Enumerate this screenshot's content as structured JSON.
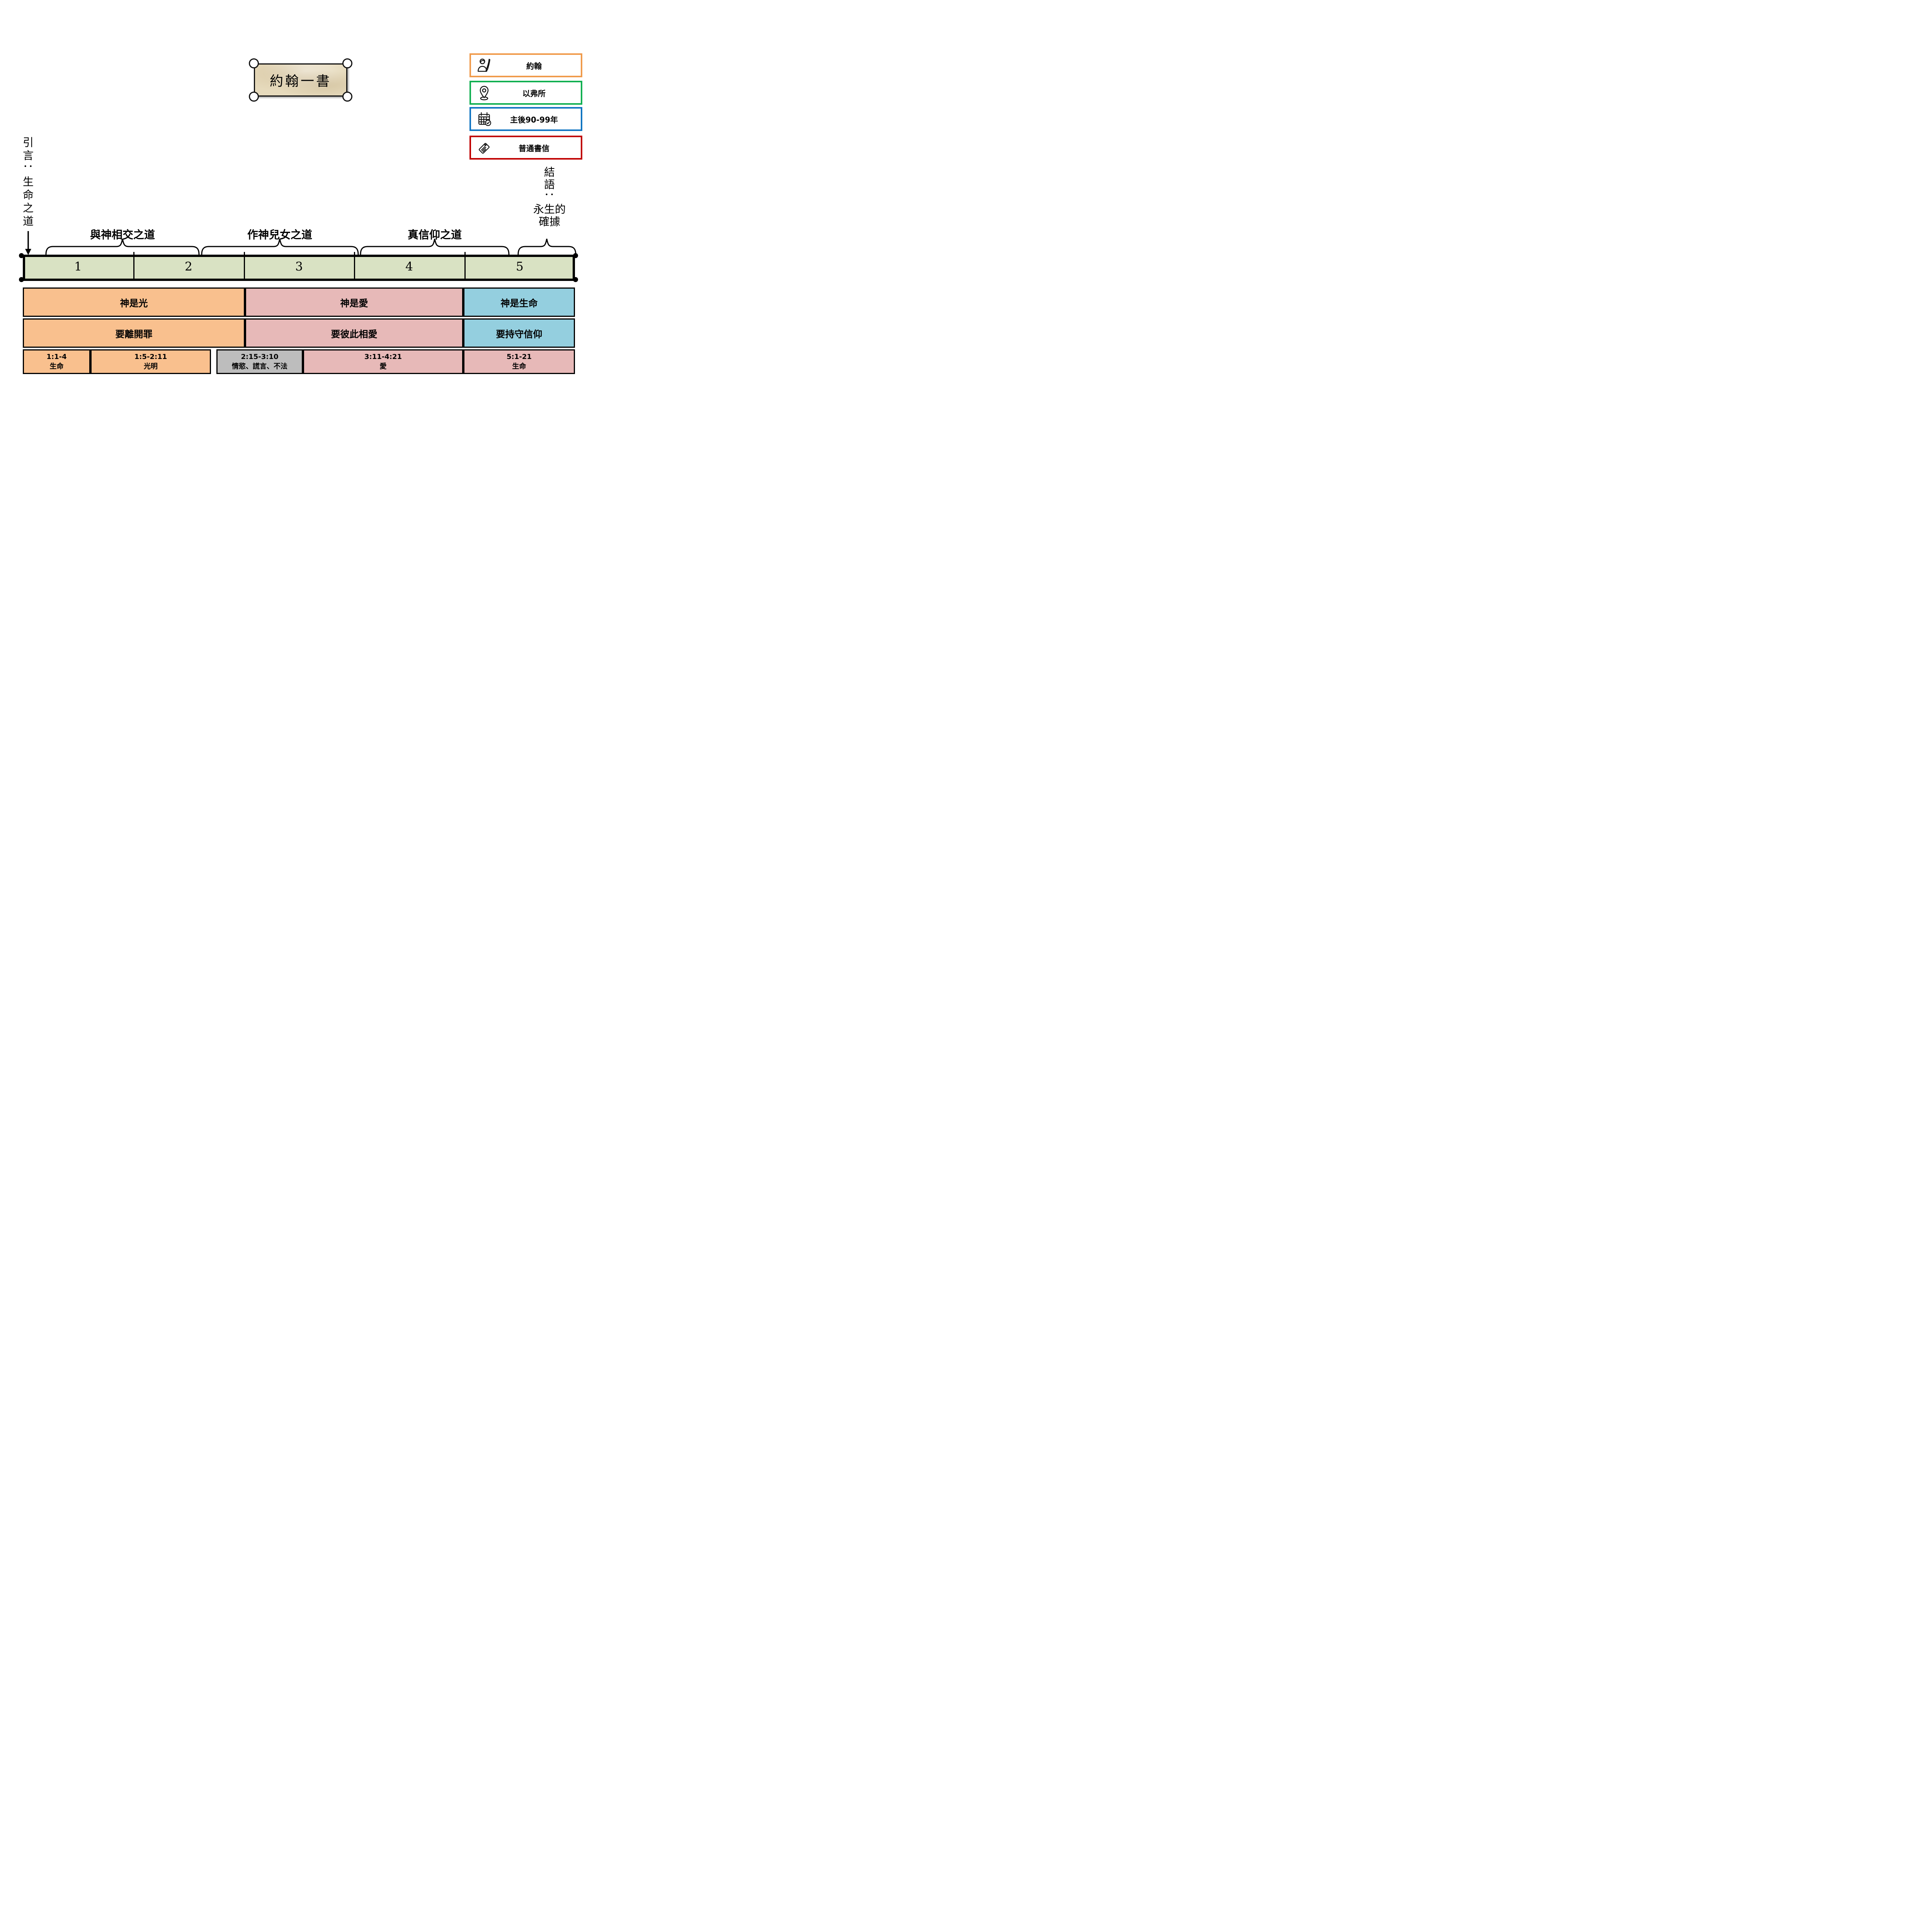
{
  "title": "約翰一書",
  "legend": {
    "items": [
      {
        "icon": "author-icon",
        "label": "約翰"
      },
      {
        "icon": "location-icon",
        "label": "以弗所"
      },
      {
        "icon": "calendar-icon",
        "label": "主後90-99年"
      },
      {
        "icon": "tag-icon",
        "label": "普通書信"
      }
    ]
  },
  "intro": {
    "text": "引言：生命之道",
    "chars": [
      "引",
      "言",
      "：",
      "生",
      "命",
      "之",
      "道"
    ]
  },
  "conclusion": {
    "text": "結語：永生的確據",
    "lines": [
      "結",
      "語",
      "：",
      "永生的",
      "確據"
    ]
  },
  "sections": [
    "與神相交之道",
    "作神兒女之道",
    "真信仰之道"
  ],
  "chapters": [
    "1",
    "2",
    "3",
    "4",
    "5"
  ],
  "themes": [
    {
      "label": "神是光",
      "color": "#f9c08e"
    },
    {
      "label": "神是愛",
      "color": "#e7b9b8"
    },
    {
      "label": "神是生命",
      "color": "#94cfdf"
    }
  ],
  "exhortations": [
    {
      "label": "要離開罪",
      "color": "#f9c08e"
    },
    {
      "label": "要彼此相愛",
      "color": "#e7b9b8"
    },
    {
      "label": "要持守信仰",
      "color": "#94cfdf"
    }
  ],
  "passages": [
    {
      "ref": "1:1-4",
      "theme": "生命",
      "color": "#f9c08e"
    },
    {
      "ref": "1:5-2:11",
      "theme": "光明",
      "color": "#f9c08e"
    },
    {
      "ref": "2:15-3:10",
      "theme": "情慾、謊言、不法",
      "color": "#bdbdbd"
    },
    {
      "ref": "3:11-4:21",
      "theme": "愛",
      "color": "#e7b9b8"
    },
    {
      "ref": "5:1-21",
      "theme": "生命",
      "color": "#e7b9b8"
    }
  ],
  "colors": {
    "chapter_bar": "#d9e2c3",
    "plaque": "#e6dabc",
    "legend_author_border": "#f09b4c",
    "legend_place_border": "#12b052",
    "legend_date_border": "#1175c2",
    "legend_genre_border": "#c00000",
    "outline": "#000000"
  }
}
